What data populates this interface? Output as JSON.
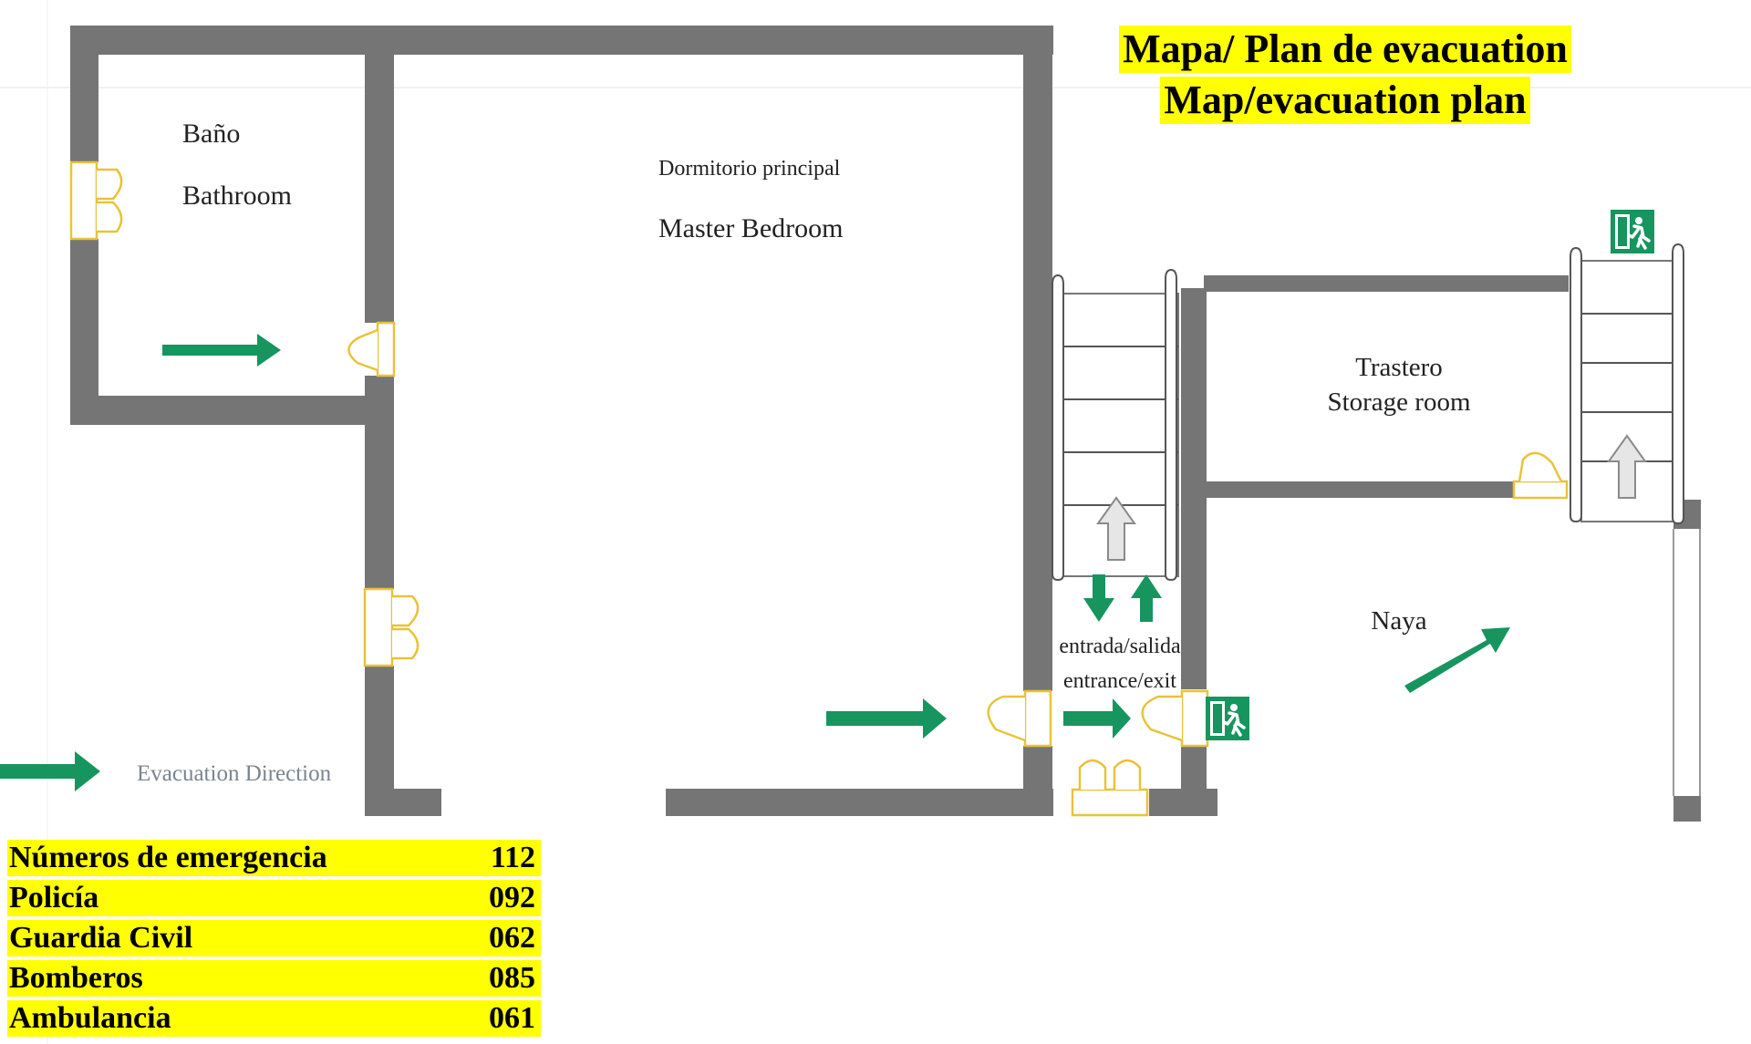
{
  "title": {
    "line1": "Mapa/ Plan de evacuation",
    "line2": "Map/evacuation plan"
  },
  "rooms": {
    "bathroom_es": "Baño",
    "bathroom_en": "Bathroom",
    "bedroom_es": "Dormitorio principal",
    "bedroom_en": "Master Bedroom",
    "storage_es": "Trastero",
    "storage_en": "Storage room",
    "naya": "Naya"
  },
  "entrance": {
    "es": "entrada/salida",
    "en": "entrance/exit"
  },
  "legend": {
    "evacuation_direction": "Evacuation Direction"
  },
  "emergency_numbers": [
    {
      "label": "Números de emergencia",
      "number": "112"
    },
    {
      "label": "Policía",
      "number": "092"
    },
    {
      "label": "Guardia Civil",
      "number": "062"
    },
    {
      "label": "Bomberos",
      "number": "085"
    },
    {
      "label": "Ambulancia",
      "number": "061"
    }
  ],
  "colors": {
    "wall": "#757575",
    "arrow": "#17955f",
    "door": "#e8c33a",
    "highlight": "#ffff00",
    "exit_sign": "#17955f"
  },
  "icons": {
    "exit_sign": "running-man-exit-sign-icon",
    "evacuation_arrow": "arrow-right-icon",
    "stair_arrow": "arrow-up-icon"
  }
}
